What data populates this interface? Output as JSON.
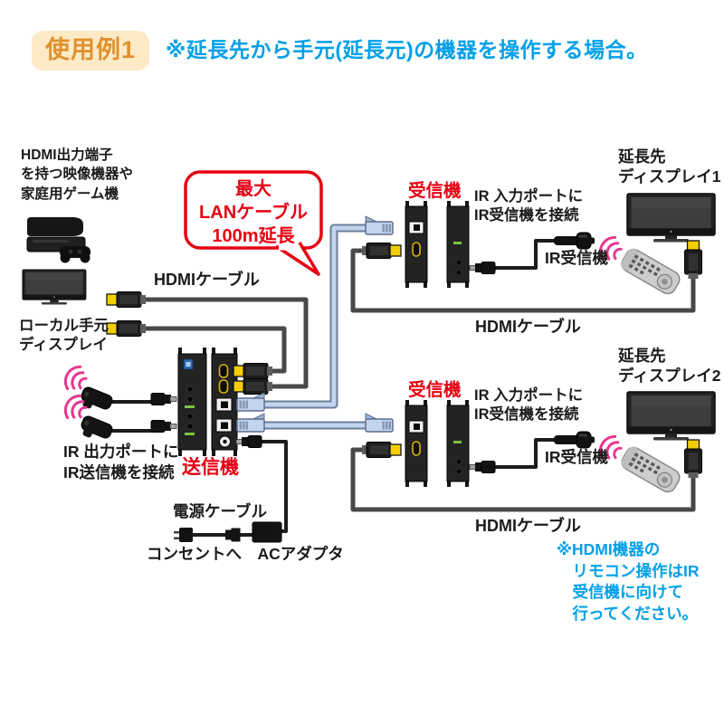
{
  "header": {
    "badge": "使用例1",
    "title": "※延長先から手元(延長元)の機器を操作する場合。"
  },
  "left": {
    "source_note": "HDMI出力端子\nを持つ映像機器や\n家庭用ゲーム機",
    "local_display": "ローカル手元\nディスプレイ",
    "hdmi_cable": "HDMIケーブル",
    "ir_out_note": "IR 出力ポートに\nIR送信機を接続"
  },
  "bubble": {
    "text": "最大\nLANケーブル\n100m延長"
  },
  "transmitter": {
    "label": "送信機",
    "power_cable": "電源ケーブル",
    "outlet": "コンセントへ　ACアダプタ"
  },
  "receivers": [
    {
      "label": "受信機",
      "ir_in_note": "IR 入力ポートに\nIR受信機を接続",
      "ir_receiver": "IR受信機",
      "display": "延長先\nディスプレイ1",
      "hdmi_cable": "HDMIケーブル"
    },
    {
      "label": "受信機",
      "ir_in_note": "IR 入力ポートに\nIR受信機を接続",
      "ir_receiver": "IR受信機",
      "display": "延長先\nディスプレイ2",
      "hdmi_cable": "HDMIケーブル"
    }
  ],
  "footnote": "※HDMI機器の\n　リモコン操作はIR\n　受信機に向けて\n　行ってください。",
  "icons": {
    "game_console": "game-console-icon",
    "tv": "tv-icon",
    "remote": "remote-control-icon",
    "ir_wave": "ir-wave-icon"
  },
  "colors": {
    "accent_red": "#e60012",
    "accent_blue": "#00a0e9",
    "badge_bg": "#fdeac6",
    "badge_text": "#e0912f",
    "ir_pink": "#e8368f",
    "lan_cable": "#c3d5ee",
    "hdmi_yellow": "#f3cf00",
    "device_black": "#232323"
  }
}
